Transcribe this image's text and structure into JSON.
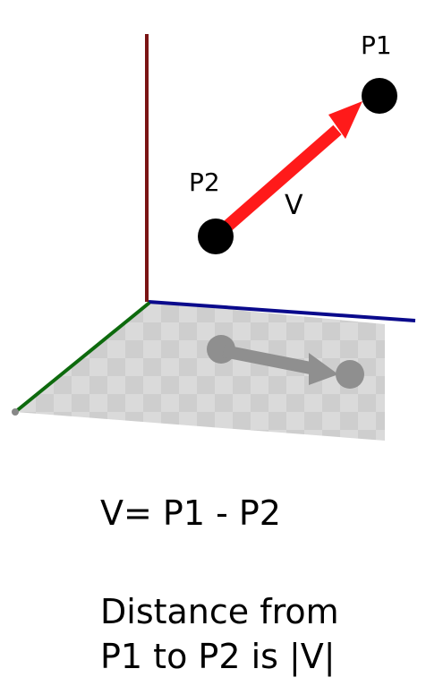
{
  "points": {
    "p1": {
      "label": "P1"
    },
    "p2": {
      "label": "P2"
    }
  },
  "vector": {
    "label": "V",
    "color": "#ff0000"
  },
  "axes": {
    "vertical_color": "#8b0000",
    "right_color": "#00008b",
    "left_color": "#006400"
  },
  "caption": {
    "formula": "V= P1 - P2",
    "distance_line1": "Distance from",
    "distance_line2": "P1 to P2 is |V|"
  }
}
